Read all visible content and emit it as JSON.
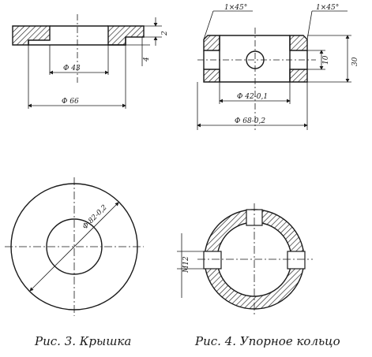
{
  "figures": [
    {
      "id": "fig3",
      "caption": "Рис. 3. Крышка",
      "dimensions": {
        "inner_diameter": "Φ 43",
        "outer_diameter": "Φ 66",
        "flange_thickness": "2",
        "depth": "4",
        "circle_diameter": "Φ 82-0,2"
      }
    },
    {
      "id": "fig4",
      "caption": "Рис. 4. Упорное кольцо",
      "dimensions": {
        "chamfer_left": "1×45°",
        "chamfer_right": "1×45°",
        "hole_size": "10",
        "height": "30",
        "inner_diameter": "Φ 42-0,1",
        "outer_diameter": "Φ 68-0,2",
        "thread": "M12"
      }
    }
  ],
  "colors": {
    "ink": "#1a1a1a",
    "background": "#ffffff"
  }
}
